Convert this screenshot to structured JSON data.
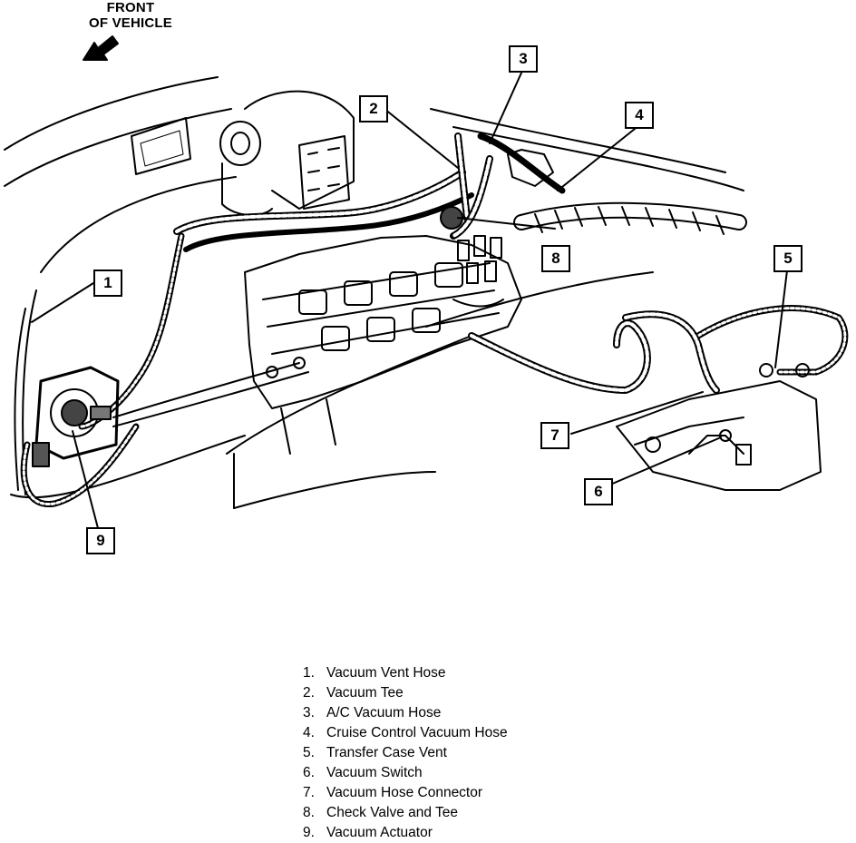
{
  "front_label": {
    "line1": "FRONT",
    "line2": "OF VEHICLE"
  },
  "callouts": [
    "1",
    "2",
    "3",
    "4",
    "5",
    "6",
    "7",
    "8",
    "9"
  ],
  "legend": [
    {
      "num": "1.",
      "text": "Vacuum Vent Hose"
    },
    {
      "num": "2.",
      "text": "Vacuum Tee"
    },
    {
      "num": "3.",
      "text": "A/C Vacuum Hose"
    },
    {
      "num": "4.",
      "text": "Cruise Control Vacuum Hose"
    },
    {
      "num": "5.",
      "text": "Transfer Case Vent"
    },
    {
      "num": "6.",
      "text": "Vacuum Switch"
    },
    {
      "num": "7.",
      "text": "Vacuum Hose Connector"
    },
    {
      "num": "8.",
      "text": "Check Valve and Tee"
    },
    {
      "num": "9.",
      "text": "Vacuum Actuator"
    }
  ]
}
